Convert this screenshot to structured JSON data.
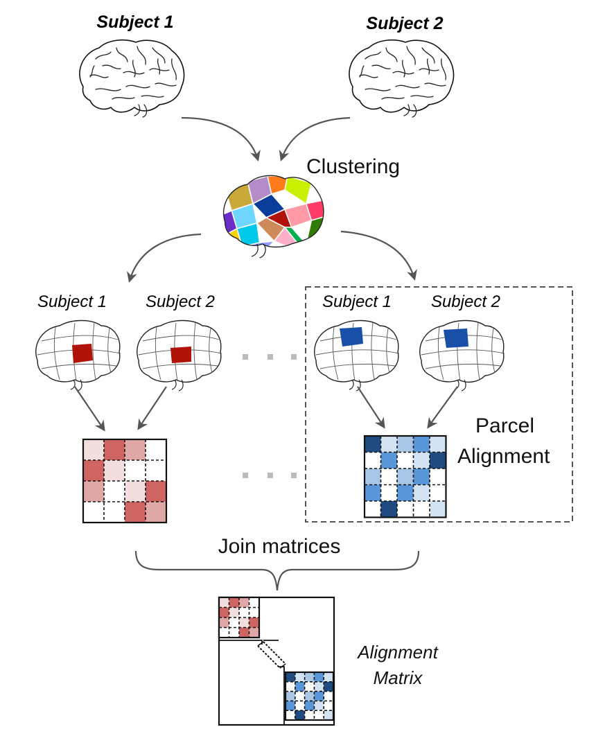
{
  "labels": {
    "top_subject_1": "Subject 1",
    "top_subject_2": "Subject 2",
    "clustering": "Clustering",
    "left_subject_1": "Subject 1",
    "left_subject_2": "Subject 2",
    "right_subject_1": "Subject 1",
    "right_subject_2": "Subject 2",
    "parcel_line1": "Parcel",
    "parcel_line2": "Alignment",
    "join": "Join matrices",
    "matrix_line1": "Alignment",
    "matrix_line2": "Matrix"
  },
  "colors": {
    "arrow": "#555555",
    "red_parcel": "#b01408",
    "blue_parcel": "#1a4fa8",
    "dashed_box": "#555555",
    "dots": "#bbbbbb"
  },
  "parcel_colors": [
    "#c9a93a",
    "#b48cc8",
    "#ff7a1a",
    "#c8f000",
    "#ff3b6a",
    "#6fd6ff",
    "#0a3c9c",
    "#00c8e8",
    "#d08a5a",
    "#b01408",
    "#ff9aa6",
    "#2e7d00",
    "#6a2dc8",
    "#ffd000",
    "#8a9cff",
    "#ffb0c8",
    "#00b050"
  ],
  "red_matrix": [
    [
      "#f3dede",
      "#cf6563",
      "#dfa8a6",
      "#ffffff"
    ],
    [
      "#cf6563",
      "#f3dede",
      "#ffffff",
      "#ffffff"
    ],
    [
      "#dfa8a6",
      "#ffffff",
      "#f3dede",
      "#cf6563"
    ],
    [
      "#ffffff",
      "#ffffff",
      "#cf6563",
      "#dfa8a6"
    ]
  ],
  "blue_matrix": [
    [
      "#1f4b80",
      "#d4e3f3",
      "#a9c6e6",
      "#5a97d8",
      "#d4e3f3"
    ],
    [
      "#ffffff",
      "#5a97d8",
      "#ffffff",
      "#d4e3f3",
      "#1f4b80"
    ],
    [
      "#a9c6e6",
      "#ffffff",
      "#a9c6e6",
      "#5a97d8",
      "#ffffff"
    ],
    [
      "#5a97d8",
      "#ffffff",
      "#5a97d8",
      "#d4e3f3",
      "#ffffff"
    ],
    [
      "#ffffff",
      "#1f4b80",
      "#ffffff",
      "#ffffff",
      "#d4e3f3"
    ]
  ]
}
